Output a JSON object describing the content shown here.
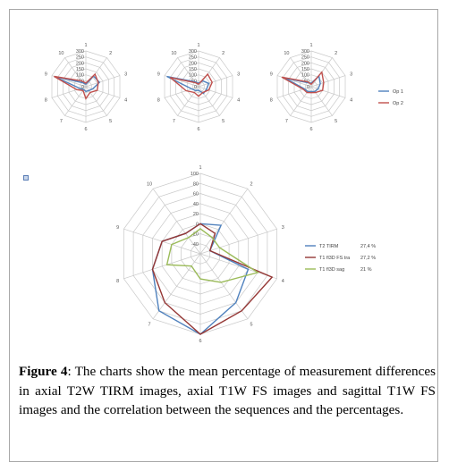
{
  "chart_data": [
    {
      "type": "radar",
      "spokes": [
        "1",
        "2",
        "3",
        "4",
        "5",
        "6",
        "7",
        "8",
        "9",
        "10"
      ],
      "ticks": [
        "300",
        "250",
        "200",
        "150",
        "100",
        "50",
        "0"
      ],
      "rmax": 300,
      "legend": "none",
      "series": [
        {
          "name": "Op 1",
          "color": "#4f81bd",
          "values": [
            20,
            110,
            120,
            60,
            40,
            40,
            30,
            50,
            280,
            40
          ]
        },
        {
          "name": "Op 2",
          "color": "#c0504d",
          "values": [
            30,
            130,
            110,
            100,
            60,
            100,
            40,
            80,
            280,
            60
          ]
        }
      ]
    },
    {
      "type": "radar",
      "spokes": [
        "1",
        "2",
        "3",
        "4",
        "5",
        "6",
        "7",
        "8",
        "9",
        "10"
      ],
      "ticks": [
        "300",
        "250",
        "200",
        "150",
        "100",
        "50",
        "0"
      ],
      "rmax": 300,
      "legend": "none",
      "series": [
        {
          "name": "Op 1",
          "color": "#4f81bd",
          "values": [
            30,
            60,
            90,
            70,
            70,
            30,
            40,
            60,
            280,
            50
          ]
        },
        {
          "name": "Op 2",
          "color": "#c0504d",
          "values": [
            20,
            130,
            120,
            90,
            60,
            80,
            60,
            110,
            250,
            40
          ]
        }
      ]
    },
    {
      "type": "radar",
      "spokes": [
        "1",
        "2",
        "3",
        "4",
        "5",
        "6",
        "7",
        "8",
        "9",
        "10"
      ],
      "ticks": [
        "300",
        "250",
        "200",
        "150",
        "100",
        "50",
        "0"
      ],
      "rmax": 300,
      "legend": "right",
      "series": [
        {
          "name": "Op 1",
          "color": "#4f81bd",
          "values": [
            30,
            110,
            80,
            60,
            50,
            40,
            50,
            60,
            230,
            40
          ]
        },
        {
          "name": "Op 2",
          "color": "#c0504d",
          "values": [
            20,
            150,
            110,
            100,
            60,
            50,
            60,
            70,
            260,
            50
          ]
        }
      ]
    },
    {
      "type": "radar",
      "spokes": [
        "1",
        "2",
        "3",
        "4",
        "5",
        "6",
        "7",
        "8",
        "9",
        "10"
      ],
      "ticks": [
        "100",
        "80",
        "60",
        "40",
        "20",
        "0",
        "-20",
        "-40"
      ],
      "rmin": -60,
      "rmax": 100,
      "legend": "right",
      "series": [
        {
          "name": "T2 TIRM",
          "percent": "27,4 %",
          "color": "#4f81bd",
          "values": [
            0,
            10,
            -40,
            40,
            60,
            100,
            80,
            40,
            20,
            -10
          ]
        },
        {
          "name": "T1 fl3D FS tra",
          "percent": "27,2 %",
          "color": "#953735",
          "values": [
            0,
            -10,
            -40,
            90,
            80,
            100,
            60,
            40,
            20,
            -10
          ]
        },
        {
          "name": "T1 fl3D sag",
          "percent": "21 %",
          "color": "#9bbb59",
          "values": [
            -10,
            -20,
            -20,
            60,
            10,
            -10,
            -30,
            10,
            0,
            -20
          ]
        }
      ]
    }
  ],
  "caption": {
    "label": "Figure 4",
    "text": ": The charts show the mean percentage of measurement differences in axial T2W TIRM images, axial T1W FS images and sagittal T1W FS images and the correlation between the sequences and the percentages."
  }
}
